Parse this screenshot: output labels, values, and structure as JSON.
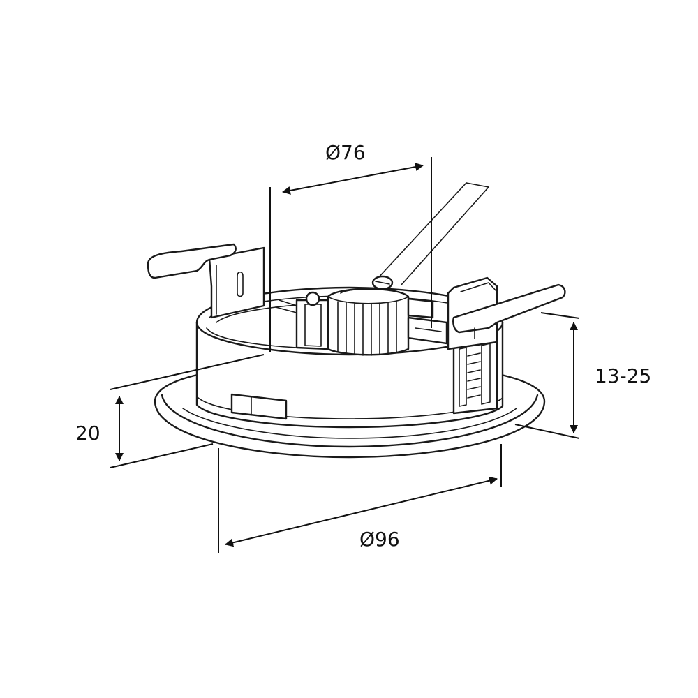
{
  "dimensions": {
    "top_diameter": "Ø76",
    "bottom_diameter": "Ø96",
    "height": "20",
    "clamp_range": "13-25"
  }
}
